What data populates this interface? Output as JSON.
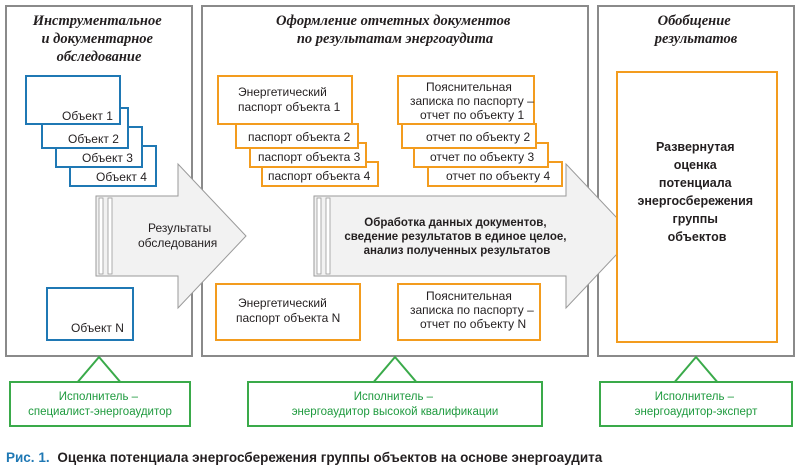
{
  "columns": {
    "survey": {
      "title": [
        "Инструментальное",
        "и документарное",
        "обследование"
      ],
      "objects": [
        "Объект 1",
        "Объект 2",
        "Объект 3",
        "Объект 4"
      ],
      "last_object": "Объект N"
    },
    "documents": {
      "title": [
        "Оформление отчетных документов",
        "по результатам энергоаудита"
      ],
      "passport_first": [
        "Энергетический",
        "паспорт объекта 1"
      ],
      "passports": [
        "паспорт объекта 2",
        "паспорт объекта 3",
        "паспорт объекта 4"
      ],
      "note_first": [
        "Пояснительная",
        "записка по паспорту –",
        "отчет по объекту 1"
      ],
      "notes": [
        "отчет по объекту 2",
        "отчет по объекту 3",
        "отчет по объекту 4"
      ],
      "passport_n": [
        "Энергетический",
        "паспорт объекта N"
      ],
      "note_n": [
        "Пояснительная",
        "записка по паспорту –",
        "отчет по объекту N"
      ]
    },
    "summary": {
      "title": [
        "Обобщение",
        "результатов"
      ],
      "result": [
        "Развернутая",
        "оценка",
        "потенциала",
        "энергосбережения",
        "группы",
        "объектов"
      ]
    }
  },
  "arrows": {
    "survey_results": [
      "Результаты",
      "обследования"
    ],
    "processing": [
      "Обработка данных документов,",
      "сведение результатов в единое целое,",
      "анализ полученных результатов"
    ]
  },
  "executors": [
    [
      "Исполнитель –",
      "специалист-энергоаудитор"
    ],
    [
      "Исполнитель –",
      "энергоаудитор высокой квалификации"
    ],
    [
      "Исполнитель –",
      "энергоаудитор-эксперт"
    ]
  ],
  "caption": {
    "label": "Рис. 1.",
    "text": "Оценка потенциала энергосбережения группы объектов на основе энергоаудита"
  },
  "colors": {
    "panel_border": "#8a8a8a",
    "panel_fill": "#ffffff",
    "object_border": "#1f78b4",
    "document_border": "#f39c1e",
    "result_border": "#f39c1e",
    "executor_border": "#3aaa4a",
    "executor_text": "#1e9a3e",
    "arrow_fill": "#f2f2f2",
    "caption_label": "#1f78b4",
    "text": "#231f20"
  }
}
